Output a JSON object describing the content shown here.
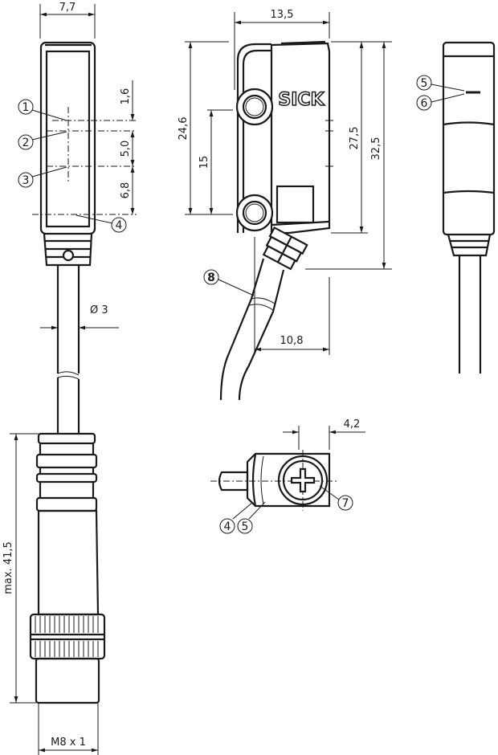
{
  "front_view": {
    "width_dim": "7,7",
    "dim_1": "1,6",
    "dim_2": "5,0",
    "dim_3": "6,8",
    "cable_diameter": "Ø 3",
    "callouts": [
      "1",
      "2",
      "3",
      "4"
    ]
  },
  "connector": {
    "length_dim": "max. 41,5",
    "thread_dim": "M8 x 1"
  },
  "side_view": {
    "width_dim": "13,5",
    "dim_24_6": "24,6",
    "dim_15": "15",
    "dim_27_5": "27,5",
    "dim_32_5": "32,5",
    "dim_10_8": "10,8",
    "brand": "SICK",
    "callouts": [
      "8"
    ]
  },
  "rear_view": {
    "callouts": [
      "5",
      "6"
    ]
  },
  "bottom_view": {
    "dim_4_2": "4,2",
    "callouts": [
      "4",
      "5",
      "7"
    ]
  }
}
